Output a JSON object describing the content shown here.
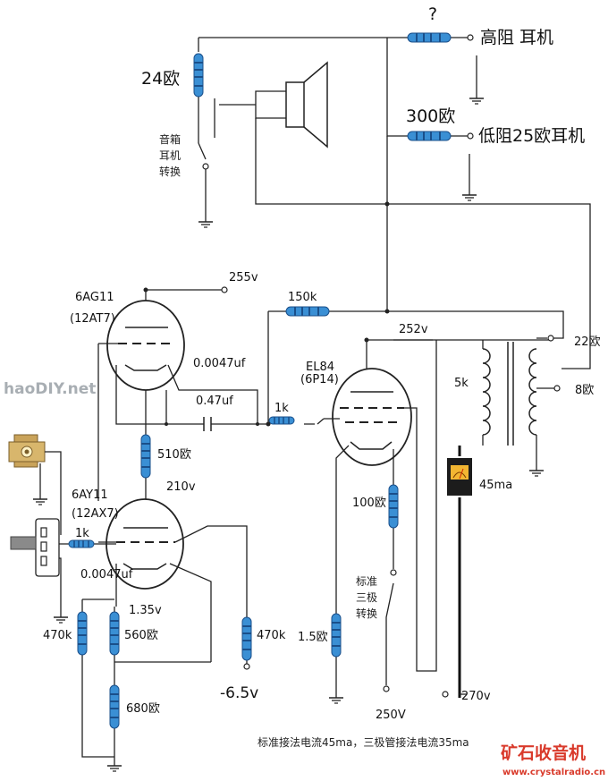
{
  "colors": {
    "resistor_body": "#3a8fd4",
    "resistor_band": "#1a4f8a",
    "wire": "#222222",
    "watermark_red": "#d93a2b",
    "watermark_gray": "#9aa0a6",
    "meter_face": "#f2b632"
  },
  "outputs": {
    "high_z_value": "?",
    "high_z_label": "高阻 耳机",
    "low_z_value": "300欧",
    "low_z_label": "低阻25欧耳机"
  },
  "speaker": {
    "resistor_value": "24欧",
    "switch_label_1": "音箱",
    "switch_label_2": "耳机",
    "switch_label_3": "转换"
  },
  "tube1": {
    "name": "6AG11",
    "equiv": "(12AT7)",
    "supply": "255v"
  },
  "tube2": {
    "name": "6AY11",
    "equiv": "(12AX7)"
  },
  "tube3": {
    "name": "EL84",
    "equiv": "(6P14)",
    "supply": "252v"
  },
  "components": {
    "r_feedback": "150k",
    "c_top": "0.0047uf",
    "c_coupling": "0.47uf",
    "r_grid": "1k",
    "r_510": "510欧",
    "v_210": "210v",
    "r_input": "1k",
    "c_cathode": "0.0047uf",
    "v_cathode": "1.35v",
    "r_470_left": "470k",
    "r_560": "560欧",
    "r_680": "680欧",
    "r_470_mid": "470k",
    "v_bias": "-6.5v",
    "r_100": "100欧",
    "r_15": "1.5欧",
    "v_250": "250V",
    "v_270": "270v"
  },
  "transformer": {
    "primary": "5k",
    "tap_22": "22欧",
    "tap_8": "8欧"
  },
  "meter": {
    "reading": "45ma"
  },
  "triode_switch": {
    "line_1": "标准",
    "line_2": "三极",
    "line_3": "转换"
  },
  "footer": {
    "note": "标准接法电流45ma，三极管接法电流35ma"
  },
  "watermarks": {
    "left": "haoDIY.net",
    "right_title": "矿石收音机",
    "right_url": "www.crystalradio.cn"
  }
}
